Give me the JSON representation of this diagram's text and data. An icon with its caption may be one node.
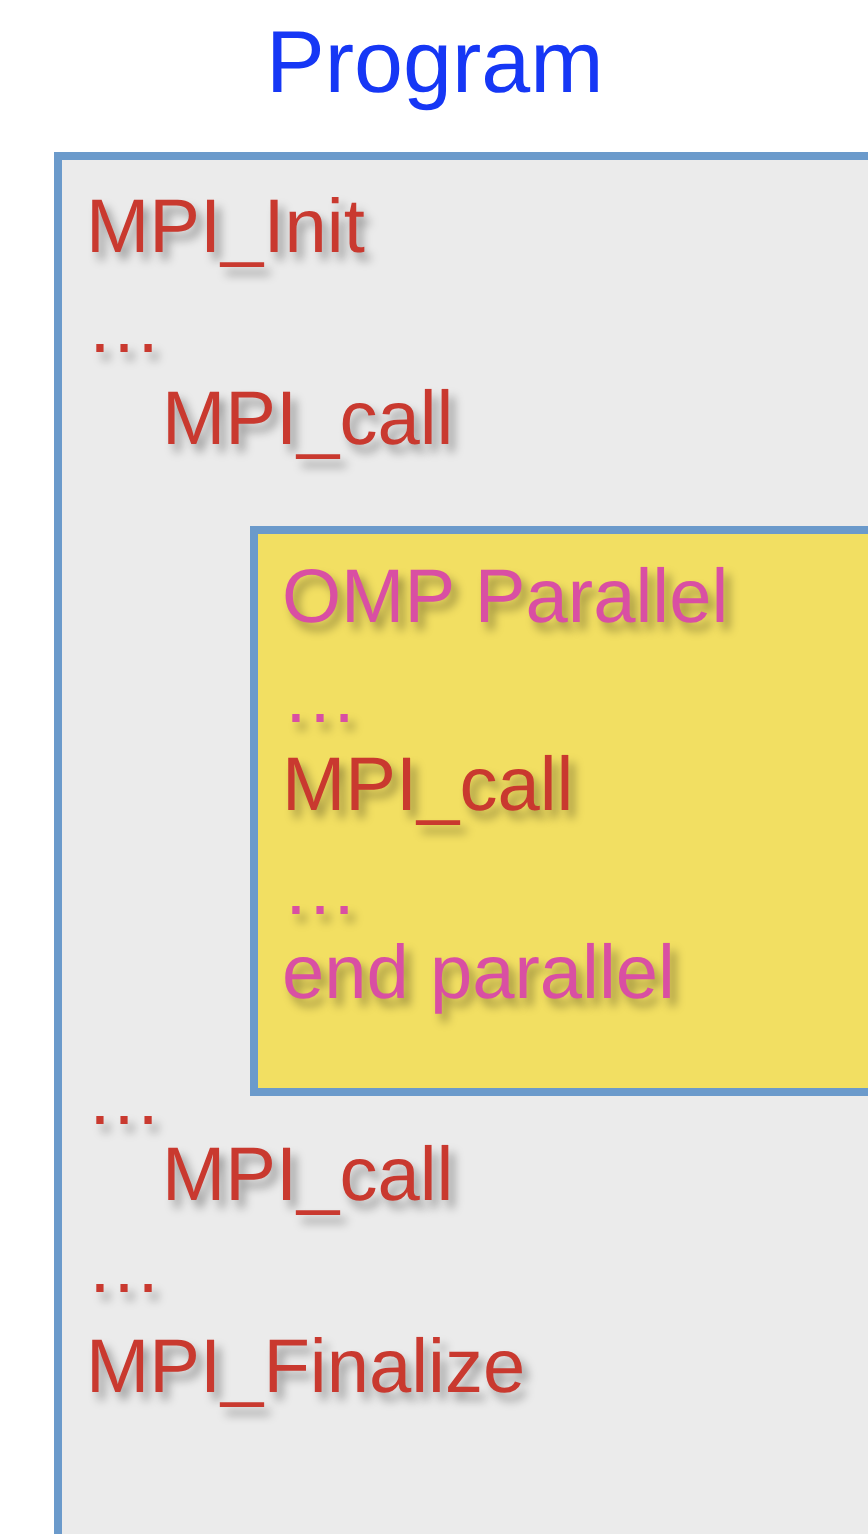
{
  "diagram": {
    "nodes": [
      {
        "text": [
          "Program",
          "MPI_Init",
          "…",
          "MPI_call",
          "…",
          "MPI_call",
          "…",
          "MPI_Finalize"
        ]
      },
      {
        "text": [
          "OMP Parallel",
          "…",
          "MPI_call",
          "…",
          "end parallel"
        ],
        "in": 0
      }
    ]
  }
}
